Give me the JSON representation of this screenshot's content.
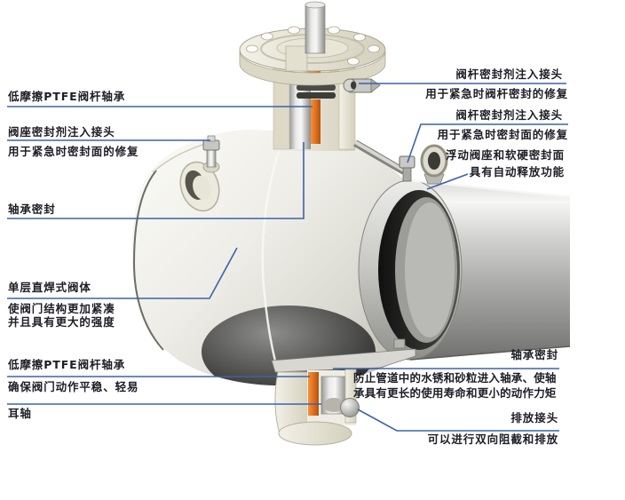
{
  "diagram": {
    "subject": "fully-welded trunnion ball valve cutaway",
    "colors": {
      "background": "#ffffff",
      "callout_line": "#3b63a8",
      "label_text": "#1d1d26",
      "body_cream": "#e9e7db",
      "ptfe_orange": "#e2701e",
      "metal_light": "#f2f2f0",
      "metal_dark": "#6f6f6d",
      "ball_dark": "#1e1e1c"
    }
  },
  "callouts": {
    "left": [
      {
        "title": "低摩擦PTFE阀杆轴承"
      },
      {
        "title": "阀座密封剂注入接头",
        "desc": "用于紧急时密封面的修复"
      },
      {
        "title": "轴承密封"
      },
      {
        "title": "单层直焊式阀体",
        "desc": "使阀门结构更加紧凑",
        "desc2": "并且具有更大的强度"
      },
      {
        "title": "低摩擦PTFE阀杆轴承",
        "desc": "确保阀门动作平稳、轻易"
      },
      {
        "title": "耳轴"
      }
    ],
    "right": [
      {
        "title": "阀杆密封剂注入接头",
        "desc": "用于紧急时阀杆密封的修复"
      },
      {
        "title": "阀杆密封剂注入接头",
        "desc": "用于紧急时密封面的修复"
      },
      {
        "title": "浮动阀座和软硬密封面",
        "desc": "具有自动释放功能"
      },
      {
        "title": "轴承密封",
        "desc": "防止管道中的水锈和砂粒进入轴承、使轴",
        "desc2": "承具有更长的使用寿命和更小的动作力矩"
      },
      {
        "title": "排放接头",
        "desc": "可以进行双向阻截和排放"
      }
    ]
  }
}
